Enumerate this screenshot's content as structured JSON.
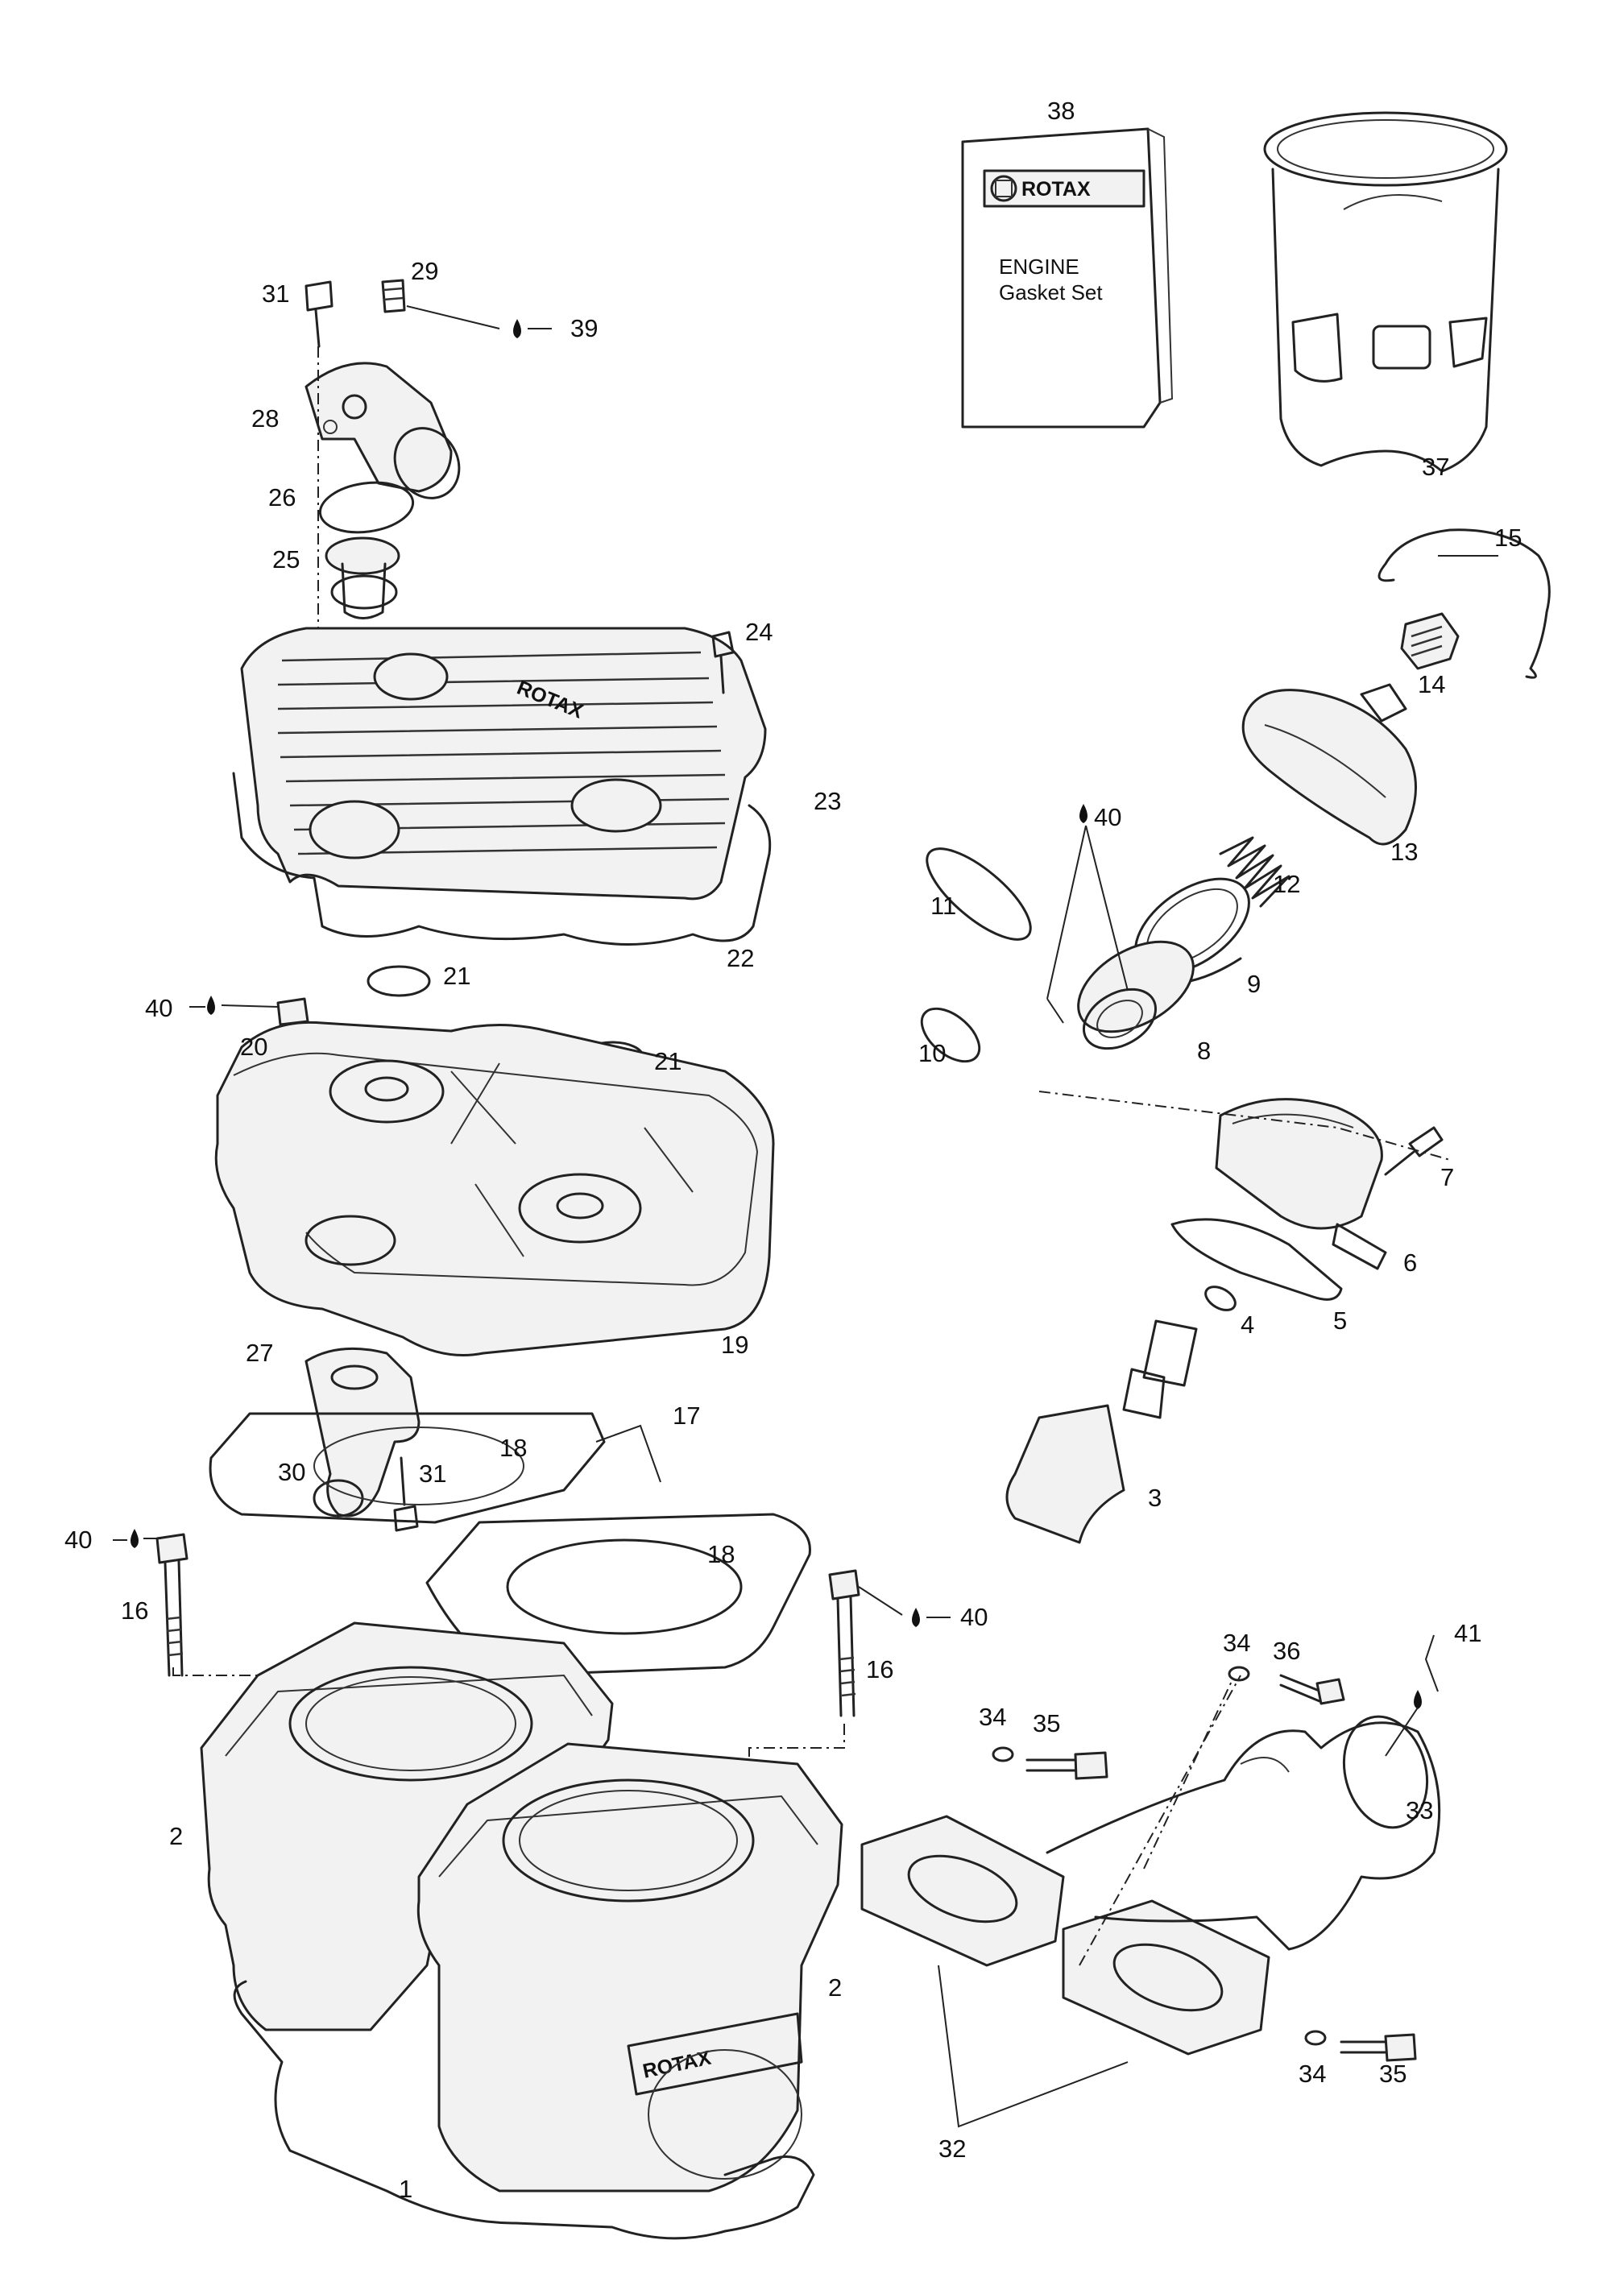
{
  "diagram": {
    "labels": [
      "1",
      "2",
      "3",
      "4",
      "5",
      "6",
      "7",
      "8",
      "9",
      "10",
      "11",
      "12",
      "13",
      "14",
      "15",
      "16",
      "17",
      "18",
      "19",
      "20",
      "21",
      "22",
      "23",
      "24",
      "25",
      "26",
      "27",
      "28",
      "29",
      "30",
      "31",
      "32",
      "33",
      "34",
      "35",
      "36",
      "37",
      "38",
      "39",
      "40",
      "41"
    ],
    "gasket_kit": {
      "brand": "ROTAX",
      "line1": "ENGINE",
      "line2": "Gasket Set"
    },
    "cylinder_brand": "ROTAX",
    "cover_brand": "ROTAX"
  }
}
